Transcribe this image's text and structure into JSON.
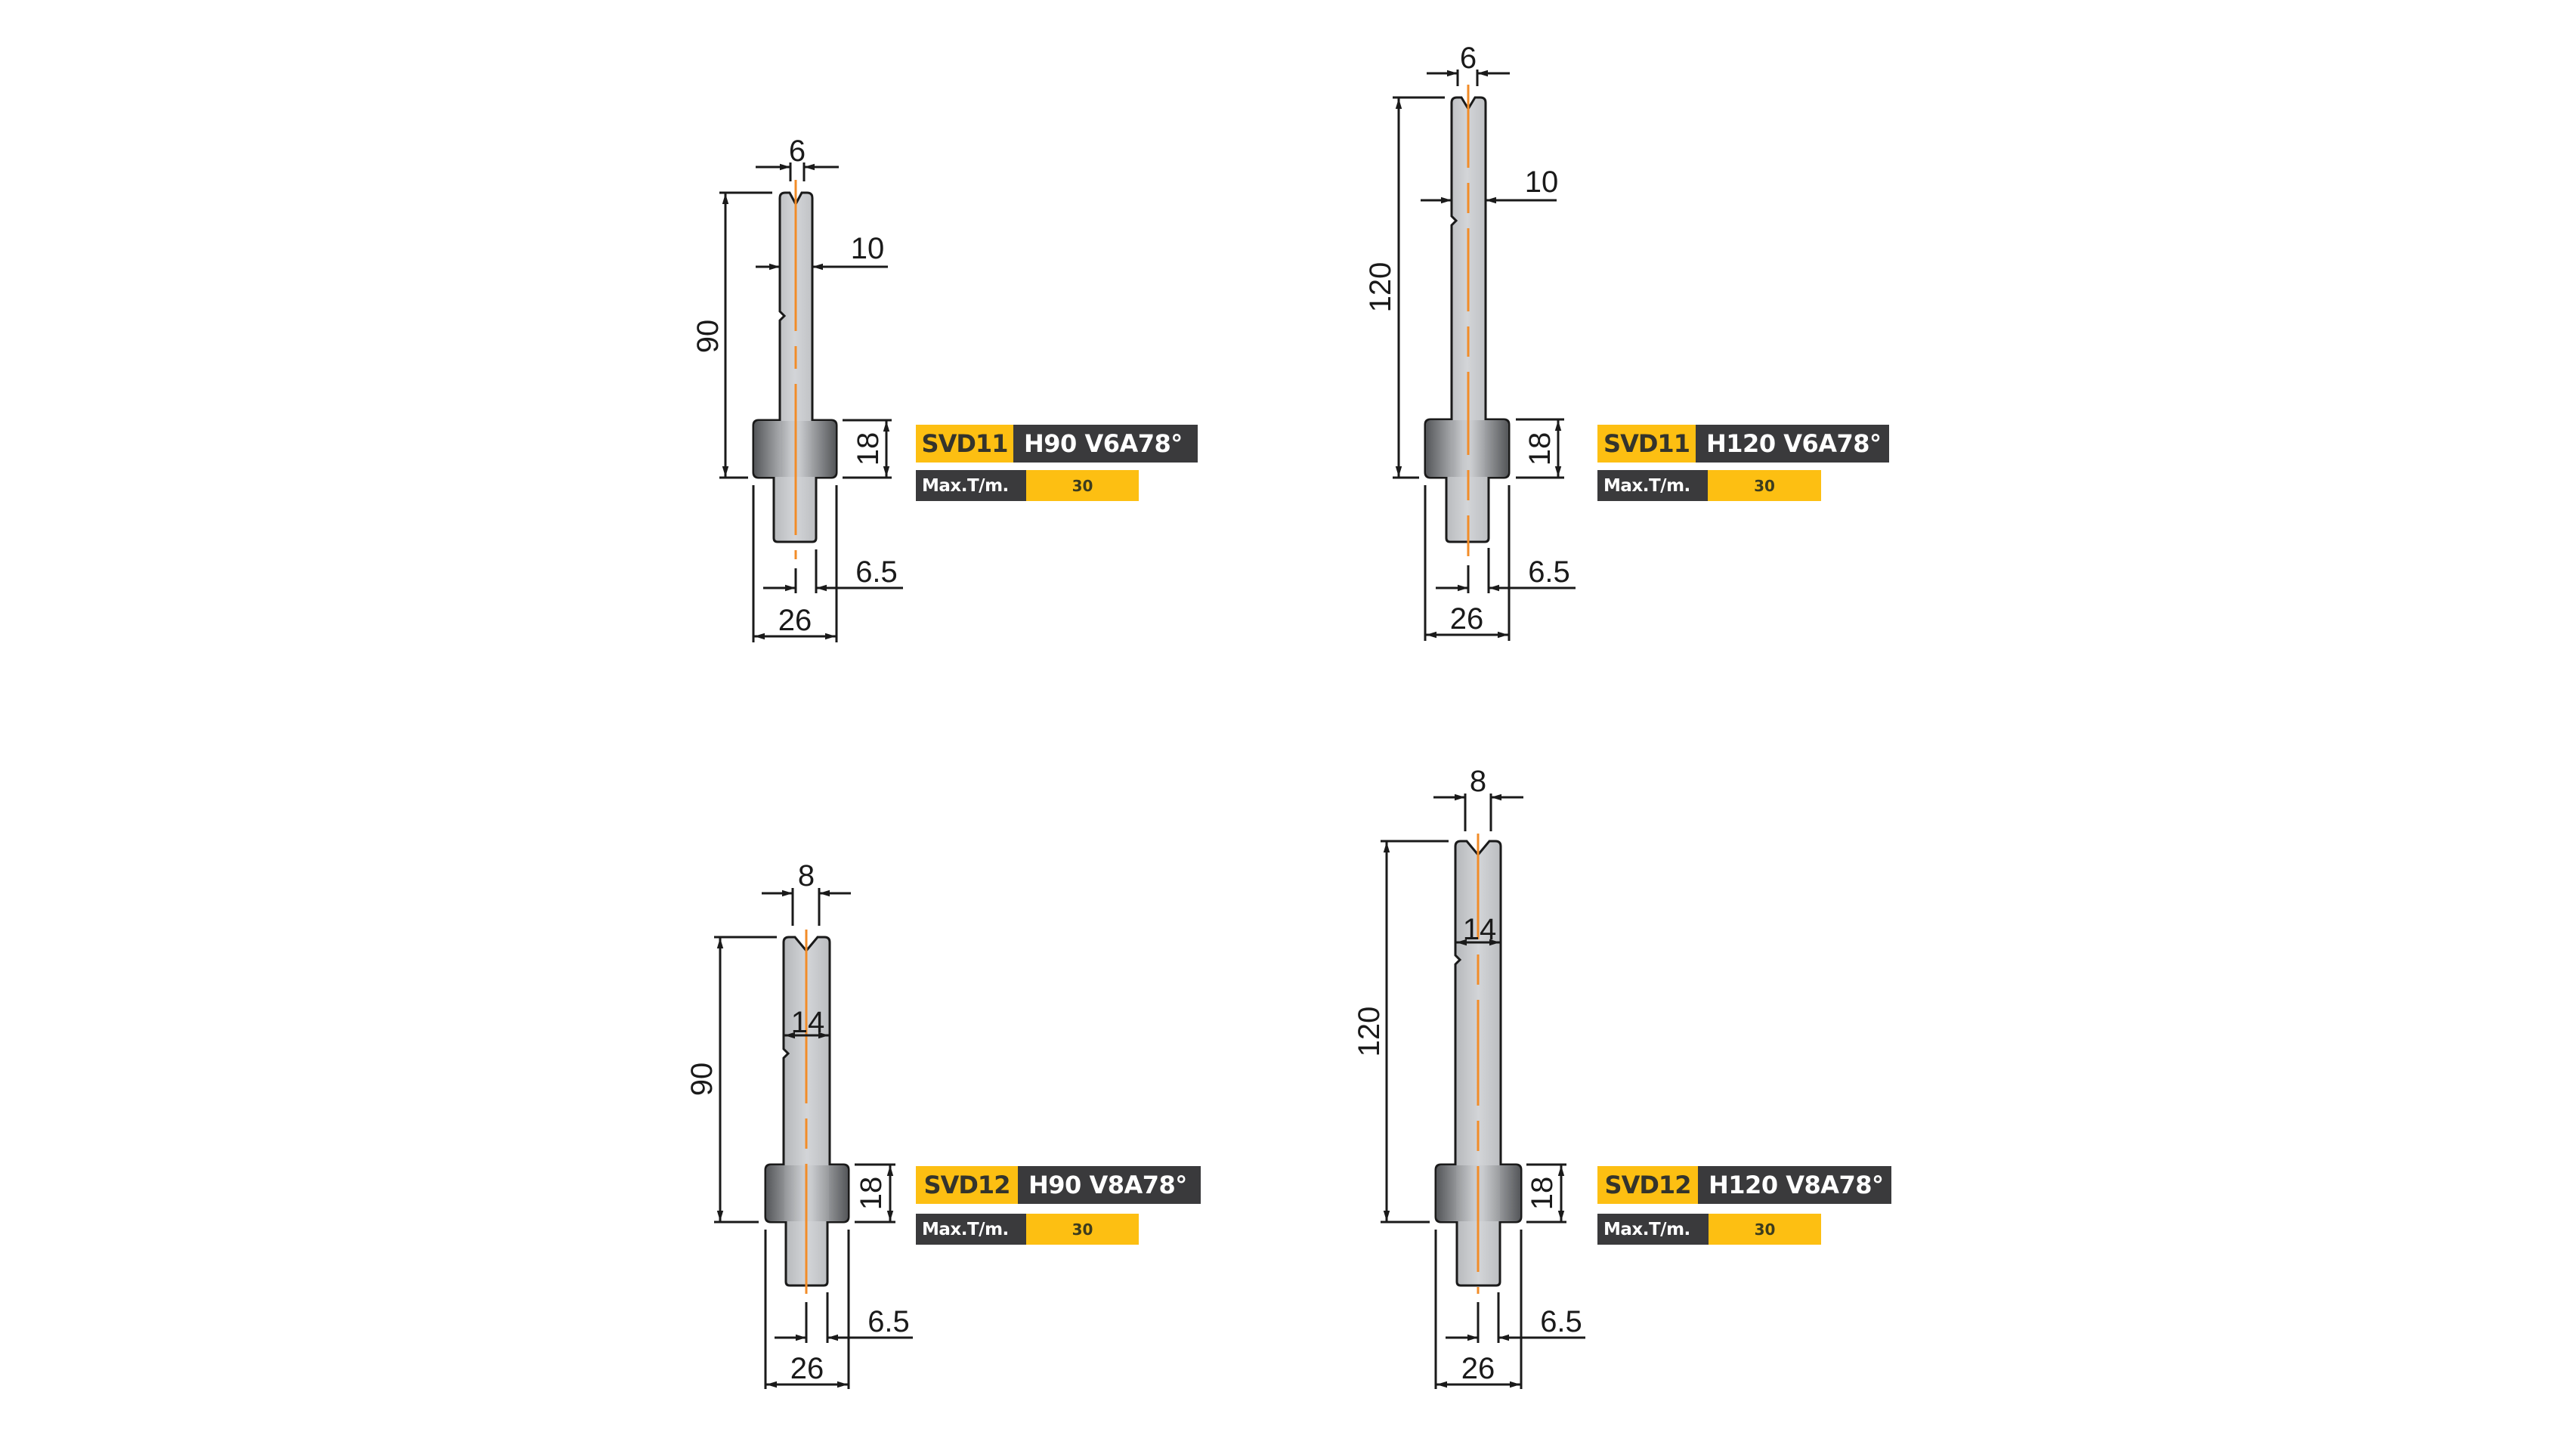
{
  "colors": {
    "background": "#ffffff",
    "accent_yellow": "#FDBF12",
    "label_dark": "#3A3A3C",
    "centerline_orange": "#F28C28",
    "body_light": "#c9cbce",
    "body_dark": "#55575a",
    "line": "#1a1a1a"
  },
  "tools": [
    {
      "code": "SVD11",
      "name": "H90 V6A78°",
      "max_label": "Max.T/m.",
      "max_value": "30",
      "dims": {
        "opening": "6",
        "neck_width": "10",
        "height": "90",
        "base_height": "18",
        "tang_offset": "6.5",
        "base_width": "26"
      }
    },
    {
      "code": "SVD11",
      "name": "H120 V6A78°",
      "max_label": "Max.T/m.",
      "max_value": "30",
      "dims": {
        "opening": "6",
        "neck_width": "10",
        "height": "120",
        "base_height": "18",
        "tang_offset": "6.5",
        "base_width": "26"
      }
    },
    {
      "code": "SVD12",
      "name": "H90 V8A78°",
      "max_label": "Max.T/m.",
      "max_value": "30",
      "dims": {
        "opening": "8",
        "neck_width": "14",
        "height": "90",
        "base_height": "18",
        "tang_offset": "6.5",
        "base_width": "26"
      }
    },
    {
      "code": "SVD12",
      "name": "H120 V8A78°",
      "max_label": "Max.T/m.",
      "max_value": "30",
      "dims": {
        "opening": "8",
        "neck_width": "14",
        "height": "120",
        "base_height": "18",
        "tang_offset": "6.5",
        "base_width": "26"
      }
    }
  ]
}
